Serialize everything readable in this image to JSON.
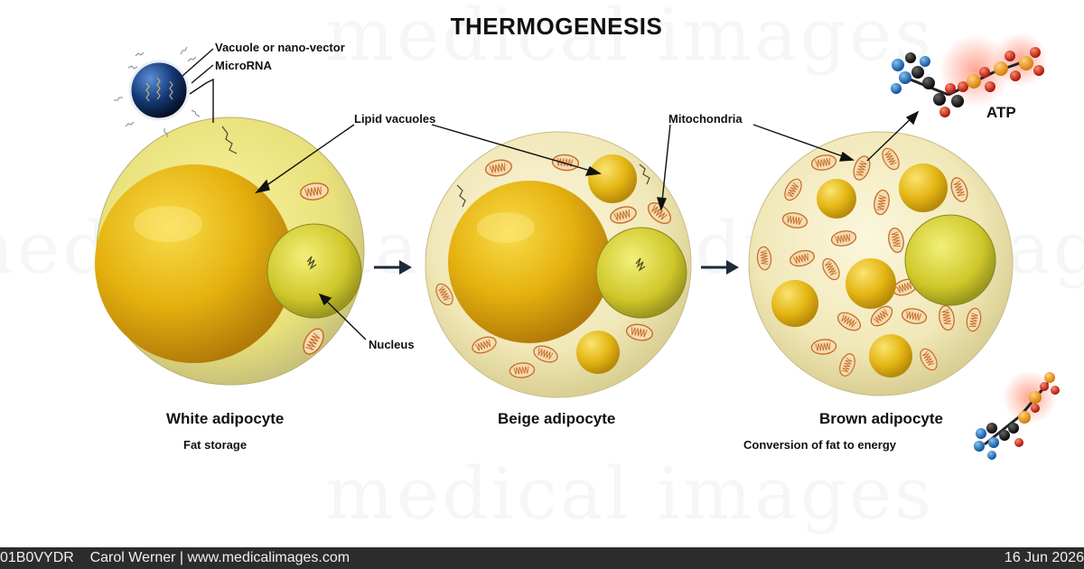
{
  "diagram": {
    "title": "THERMOGENESIS",
    "labels": {
      "vacuole": "Vacuole or nano-vector",
      "microrna": "MicroRNA",
      "lipid_vacuoles": "Lipid vacuoles",
      "mitochondria": "Mitochondria",
      "nucleus": "Nucleus",
      "atp": "ATP"
    },
    "cells": [
      {
        "name": "White adipocyte",
        "description": "Fat storage"
      },
      {
        "name": "Beige adipocyte",
        "description": ""
      },
      {
        "name": "Brown adipocyte",
        "description": "Conversion of fat to energy"
      }
    ],
    "colors": {
      "fat": "#e8b812",
      "cytoplasm": "#f3ecc4",
      "mitochondria": "#d7803c",
      "vector": "#0f2a55",
      "arrow": "#1c2a3a"
    }
  },
  "watermark": "medical images",
  "footer": {
    "left": "01B0VYDR    Carol Werner | www.medicalimages.com",
    "right": "16 Jun 2026"
  }
}
